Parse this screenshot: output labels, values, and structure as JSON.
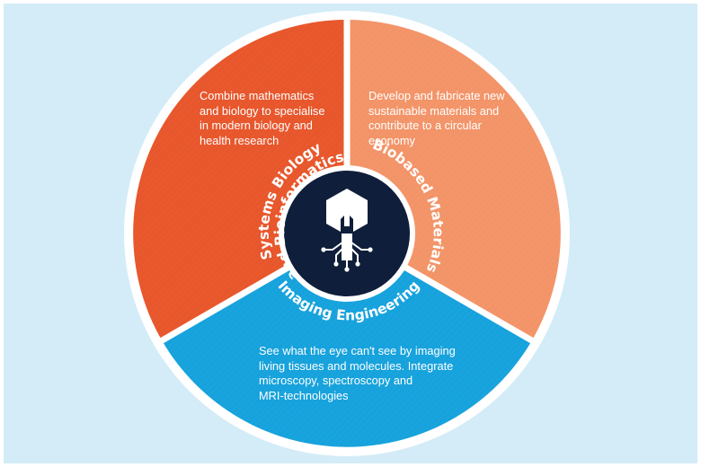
{
  "diagram": {
    "segments": [
      {
        "id": "systems-biology",
        "title_line1": "Systems Biology",
        "title_line2": "and Bioinformatics",
        "description_lines": [
          "Combine mathematics",
          "and biology to specialise",
          "in modern biology and",
          "health research"
        ],
        "color": "#e8562b"
      },
      {
        "id": "biobased-materials",
        "title": "Biobased Materials",
        "description_lines": [
          "Develop and fabricate new",
          "sustainable materials and",
          "contribute to a circular",
          "economy"
        ],
        "color": "#f39468"
      },
      {
        "id": "imaging-engineering",
        "title": "Imaging Engineering",
        "description_lines": [
          "See what the eye can't see by imaging",
          "living tissues and molecules. Integrate",
          "microscopy, spectroscopy and",
          "MRI-technologies"
        ],
        "color": "#16a2dc"
      }
    ],
    "center_icon": "tree-circuit-icon",
    "colors": {
      "background": "#d3ecf8",
      "center": "#0f1e3a",
      "separator": "#ffffff"
    }
  }
}
